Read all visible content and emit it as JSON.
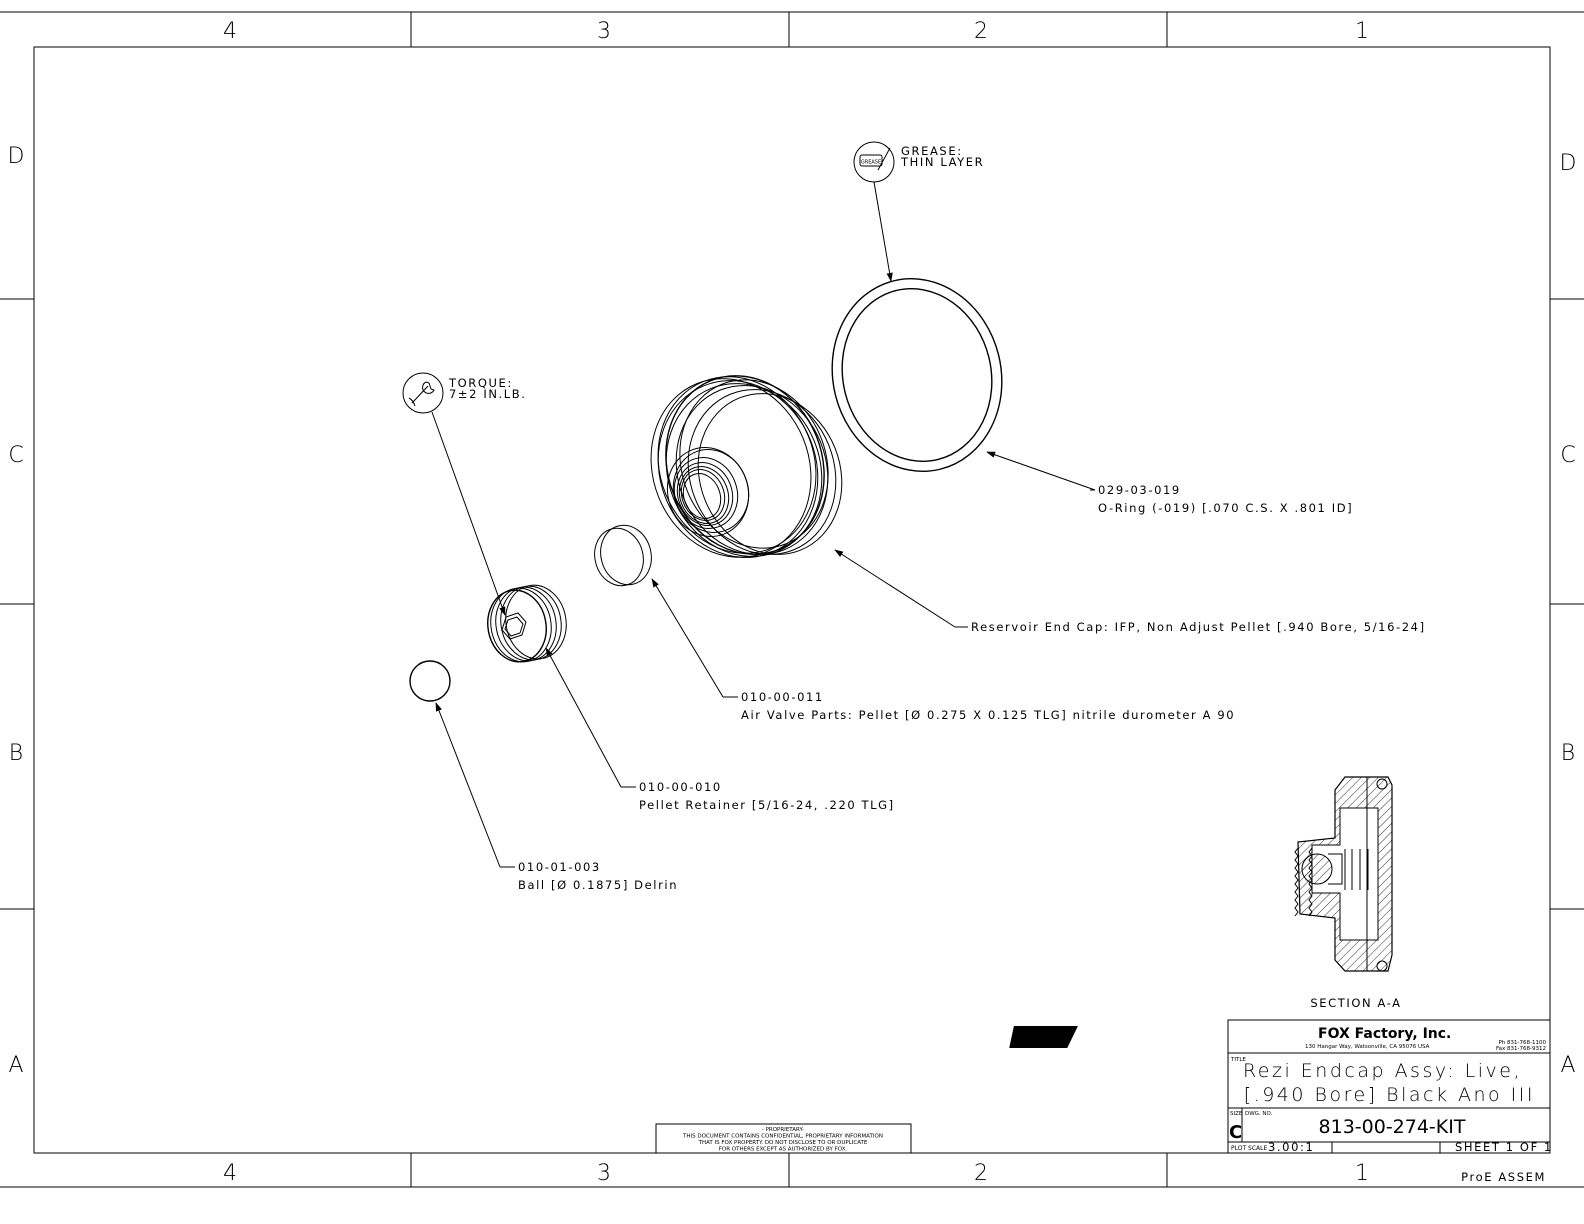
{
  "border": {
    "columns": [
      "4",
      "3",
      "2",
      "1"
    ],
    "rows": [
      "D",
      "C",
      "B",
      "A"
    ]
  },
  "notes": {
    "grease": {
      "icon": "grease-icon",
      "icon_text": "GREASE",
      "line1": "GREASE:",
      "line2": "THIN LAYER"
    },
    "torque": {
      "icon": "wrench-icon",
      "line1": "TORQUE:",
      "line2": "7±2 IN.LB."
    }
  },
  "callouts": {
    "oring": {
      "part": "029-03-019",
      "desc": "O-Ring (-019) [.070 C.S. X .801 ID]"
    },
    "endcap": {
      "desc": "Reservoir End Cap: IFP, Non Adjust Pellet [.940 Bore, 5/16-24]"
    },
    "pellet": {
      "part": "010-00-011",
      "desc": "Air Valve Parts: Pellet [Ø 0.275 X 0.125 TLG] nitrile durometer A 90"
    },
    "retainer": {
      "part": "010-00-010",
      "desc": "Pellet Retainer [5/16-24, .220 TLG]"
    },
    "ball": {
      "part": "010-01-003",
      "desc": "Ball [Ø 0.1875] Delrin"
    }
  },
  "section_label": "SECTION  A-A",
  "proprietary": {
    "title": "- PROPRIETARY-",
    "line1": "THIS DOCUMENT CONTAINS CONFIDENTIAL, PROPRIETARY INFORMATION",
    "line2": "THAT IS FOX PROPERTY.  DO NOT DISCLOSE TO OR DUPLICATE",
    "line3": "FOR OTHERS EXCEPT AS AUTHORIZED BY FOX."
  },
  "title_block": {
    "company": "FOX Factory, Inc.",
    "address": "130 Hangar Way, Watsonville, CA 95076 USA",
    "phone": "Ph 831-768-1100",
    "fax": "Fax 831-768-9312",
    "title_label": "TITLE",
    "title_line1": "Rezi Endcap Assy: Live,",
    "title_line2": "[.940 Bore] Black Ano III",
    "size_label": "SIZE",
    "size": "C",
    "dwg_label": "DWG. NO.",
    "dwg_no": "813-00-274-KIT",
    "plot_scale_label": "PLOT SCALE",
    "plot_scale": "3.00:1",
    "sheet": "SHEET 1 OF 1",
    "footer": "ProE ASSEM"
  }
}
